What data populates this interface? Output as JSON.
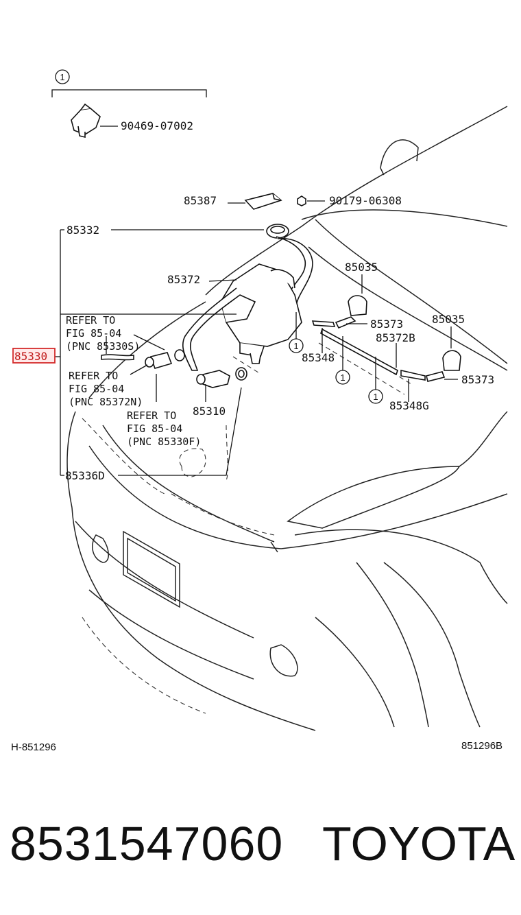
{
  "labels": {
    "clip_part": "90469-07002",
    "p85387": "85387",
    "nut_part": "90179-06308",
    "p85332": "85332",
    "p85372": "85372",
    "p85035_a": "85035",
    "p85373_a": "85373",
    "p85035_b": "85035",
    "p85372b": "85372B",
    "p85348": "85348",
    "p85373_b": "85373",
    "p85348g": "85348G",
    "p85310": "85310",
    "p85336d": "85336D",
    "assembly": "85330"
  },
  "refers": {
    "r1": [
      "REFER TO",
      "FIG 85-04",
      "(PNC 85330S)"
    ],
    "r2": [
      "REFER TO",
      "FIG 85-04",
      "(PNC 85372N)"
    ],
    "r3": [
      "REFER TO",
      "FIG 85-04",
      "(PNC 85330F)"
    ]
  },
  "callout_number": "1",
  "footer": {
    "left_code": "H-851296",
    "right_code": "851296B"
  },
  "caption": {
    "part_number": "8531547060",
    "brand": "TOYOTA"
  },
  "colors": {
    "highlight": "#d42b2b"
  }
}
